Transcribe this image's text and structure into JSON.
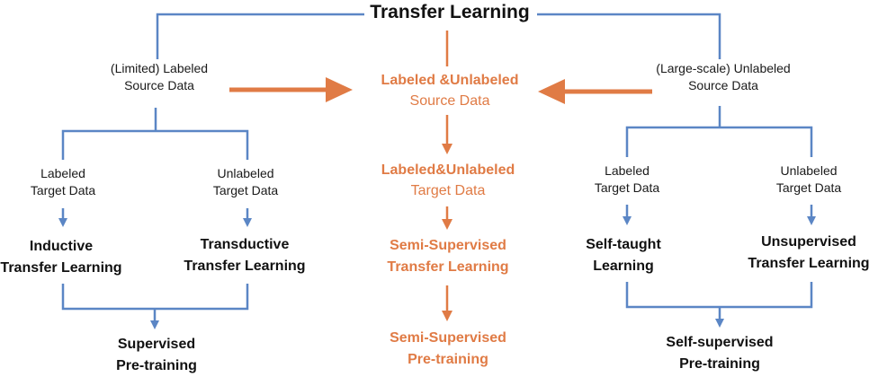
{
  "title": "Transfer Learning",
  "colors": {
    "line": "#5b86c5",
    "accent": "#e07b45",
    "text": "#111111"
  },
  "left": {
    "source": [
      "(Limited) Labeled",
      "Source Data"
    ],
    "labeled_target": [
      "Labeled",
      "Target Data"
    ],
    "unlabeled_target": [
      "Unlabeled",
      "Target Data"
    ],
    "inductive": [
      "Inductive",
      "Transfer Learning"
    ],
    "transductive": [
      "Transductive",
      "Transfer Learning"
    ],
    "bottom": [
      "Supervised",
      "Pre-training"
    ]
  },
  "center": {
    "source": [
      "Labeled &Unlabeled",
      "Source Data"
    ],
    "target": [
      "Labeled&Unlabeled",
      "Target Data"
    ],
    "method": [
      "Semi-Supervised",
      "Transfer Learning"
    ],
    "bottom": [
      "Semi-Supervised",
      "Pre-training"
    ]
  },
  "right": {
    "source": [
      "(Large-scale) Unlabeled",
      "Source Data"
    ],
    "labeled_target": [
      "Labeled",
      "Target Data"
    ],
    "unlabeled_target": [
      "Unlabeled",
      "Target Data"
    ],
    "self_taught": [
      "Self-taught",
      "Learning"
    ],
    "unsupervised": [
      "Unsupervised",
      "Transfer Learning"
    ],
    "bottom": [
      "Self-supervised",
      "Pre-training"
    ]
  }
}
